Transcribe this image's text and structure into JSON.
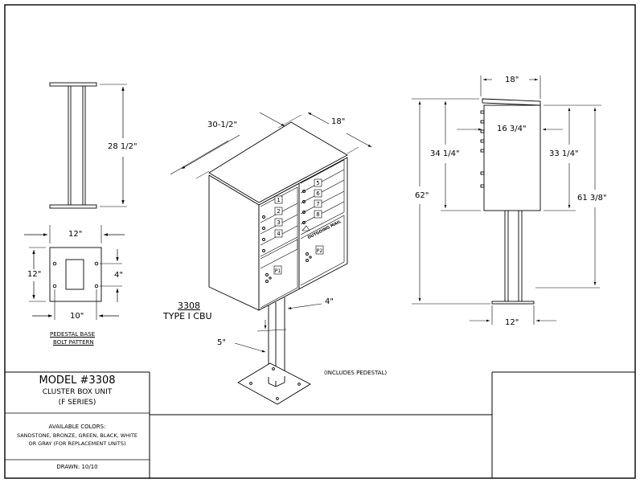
{
  "title_block": {
    "model": "MODEL #3308",
    "product": "CLUSTER BOX UNIT",
    "series": "(F SERIES)",
    "colors_heading": "AVAILABLE COLORS:",
    "colors_line1": "SANDSTONE, BRONZE, GREEN, BLACK, WHITE",
    "colors_line2": "OR GRAY (FOR REPLACEMENT UNITS)",
    "drawn": "DRAWN: 10/10"
  },
  "pedestal_side": {
    "height": "28 1/2\""
  },
  "pedestal_base": {
    "width": "12\"",
    "depth": "12\"",
    "hole_spacing_v": "4\"",
    "hole_spacing_h": "10\"",
    "caption_line1": "PEDESTAL BASE",
    "caption_line2": "BOLT PATTERN"
  },
  "iso_view": {
    "width": "30-1/2\"",
    "depth": "18\"",
    "post_width": "4\"",
    "post_depth": "5\"",
    "caption_line1": "3308",
    "caption_line2": "TYPE I CBU",
    "note": "(INCLUDES PEDESTAL)",
    "left_door_numbers": [
      "1",
      "2",
      "3",
      "4"
    ],
    "right_door_numbers": [
      "5",
      "6",
      "7",
      "8"
    ],
    "parcel_left": "P1",
    "parcel_right": "P2",
    "outgoing_label": "OUTGOING MAIL"
  },
  "side_view": {
    "top_depth": "18\"",
    "inner_depth": "16 3/4\"",
    "box_height_left": "34 1/4\"",
    "box_height_right": "33 1/4\"",
    "total_height_left": "62\"",
    "total_height_right": "61 3/8\"",
    "base_width": "12\""
  }
}
